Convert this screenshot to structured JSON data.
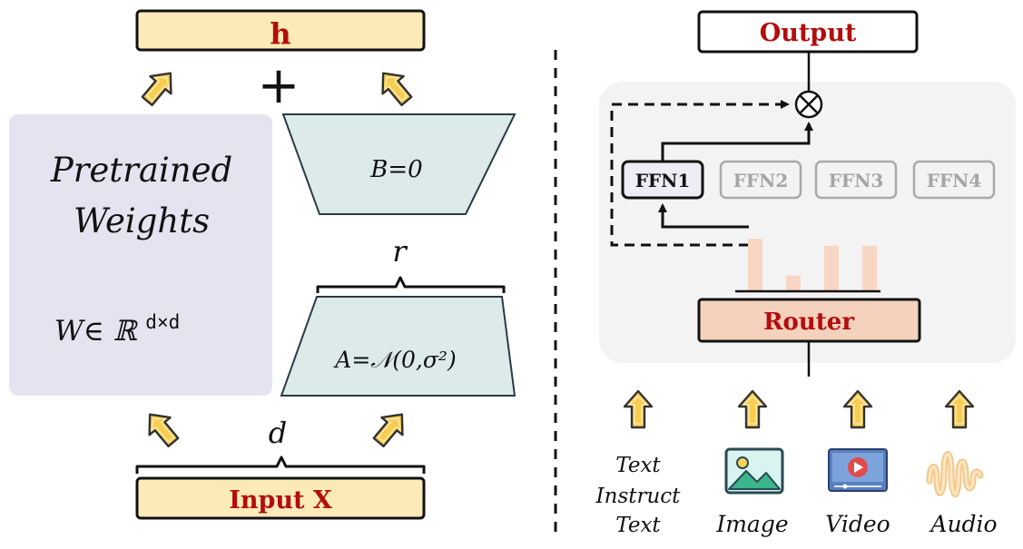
{
  "lora": {
    "output_label": "h",
    "plus_symbol": "+",
    "pretrained_line1": "Pretrained",
    "pretrained_line2": "Weights",
    "weight_text": "W∈ ℝ",
    "weight_sup": "d×d",
    "b_label": "B=0",
    "a_label": "A=𝒩(0,σ²)",
    "r_label": "r",
    "d_label": "d",
    "input_label": "Input X"
  },
  "moe": {
    "output_label": "Output",
    "otimes_symbol": "⊗",
    "experts": [
      {
        "label": "FFN1",
        "active": true
      },
      {
        "label": "FFN2",
        "active": false
      },
      {
        "label": "FFN3",
        "active": false
      },
      {
        "label": "FFN4",
        "active": false
      }
    ],
    "router_label": "Router",
    "router_weights": [
      0.98,
      0.28,
      0.85,
      0.85
    ],
    "inputs": [
      {
        "lines": [
          "Text",
          "Instruct",
          "Text"
        ],
        "icon": "text"
      },
      {
        "lines": [
          "Image"
        ],
        "icon": "image-icon"
      },
      {
        "lines": [
          "Video"
        ],
        "icon": "video-icon"
      },
      {
        "lines": [
          "Audio"
        ],
        "icon": "audio-wave-icon"
      }
    ]
  },
  "colors": {
    "accent_red": "#b30d0d",
    "box_yellow": "#fcebb9",
    "pretrained_bg": "#e4e4f1",
    "adapter_fill": "#dcebea",
    "router_fill": "#f5d2bd",
    "moe_panel_bg": "#f3f3f3",
    "arrow_yellow": "#f6cd52",
    "bar_color": "#f7d6c4"
  }
}
